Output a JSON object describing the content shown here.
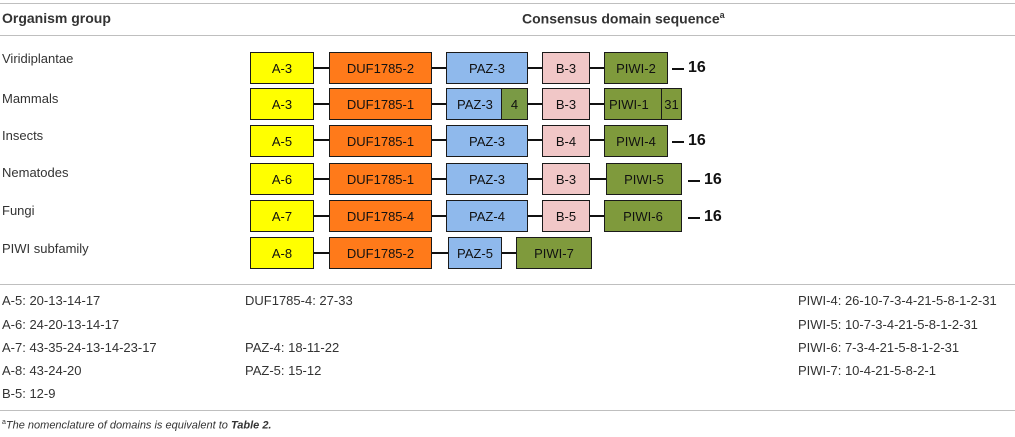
{
  "header": {
    "col1": "Organism group",
    "col2": "Consensus domain sequence",
    "col2_sup": "a"
  },
  "rows": [
    {
      "organism": "Viridiplantae",
      "a": "A-3",
      "duf": "DUF1785-2",
      "paz": "PAZ-3",
      "paz_sub": "",
      "b": "B-3",
      "piwi": "PIWI-2",
      "piwi_sub": "",
      "tail": "16"
    },
    {
      "organism": "Mammals",
      "a": "A-3",
      "duf": "DUF1785-1",
      "paz": "PAZ-3",
      "paz_sub": "4",
      "b": "B-3",
      "piwi": "PIWI-1",
      "piwi_sub": "31",
      "tail": ""
    },
    {
      "organism": "Insects",
      "a": "A-5",
      "duf": "DUF1785-1",
      "paz": "PAZ-3",
      "paz_sub": "",
      "b": "B-4",
      "piwi": "PIWI-4",
      "piwi_sub": "",
      "tail": "16"
    },
    {
      "organism": "Nematodes",
      "a": "A-6",
      "duf": "DUF1785-1",
      "paz": "PAZ-3",
      "paz_sub": "",
      "b": "B-3",
      "piwi": "PIWI-5",
      "piwi_sub": "",
      "tail": "16"
    },
    {
      "organism": "Fungi",
      "a": "A-7",
      "duf": "DUF1785-4",
      "paz": "PAZ-4",
      "paz_sub": "",
      "b": "B-5",
      "piwi": "PIWI-6",
      "piwi_sub": "",
      "tail": "16"
    },
    {
      "organism": "PIWI subfamily",
      "a": "A-8",
      "duf": "DUF1785-2",
      "paz": "PAZ-5",
      "paz_sub": "",
      "b": "",
      "piwi": "PIWI-7",
      "piwi_sub": "",
      "tail": ""
    }
  ],
  "legend": {
    "left": [
      "A-5: 20-13-14-17",
      "A-6: 24-20-13-14-17",
      "A-7: 43-35-24-13-14-23-17",
      "A-8: 43-24-20",
      "B-5: 12-9"
    ],
    "middle": [
      "DUF1785-4: 27-33",
      "PAZ-4: 18-11-22",
      "PAZ-5: 15-12"
    ],
    "right": [
      "PIWI-4: 26-10-7-3-4-21-5-8-1-2-31",
      "PIWI-5: 10-7-3-4-21-5-8-1-2-31",
      "PIWI-6: 7-3-4-21-5-8-1-2-31",
      "PIWI-7: 10-4-21-5-8-2-1"
    ]
  },
  "footnote": {
    "sup": "a",
    "text": "The nomenclature of domains is equivalent to ",
    "ref": "Table 2."
  },
  "colors": {
    "a_domain": "#ffff00",
    "duf_domain": "#ff7a1a",
    "paz_domain": "#8fb9ec",
    "b_domain": "#f1c7c7",
    "piwi_domain": "#7f9a3c",
    "paz_sub": "#7a9a45"
  }
}
